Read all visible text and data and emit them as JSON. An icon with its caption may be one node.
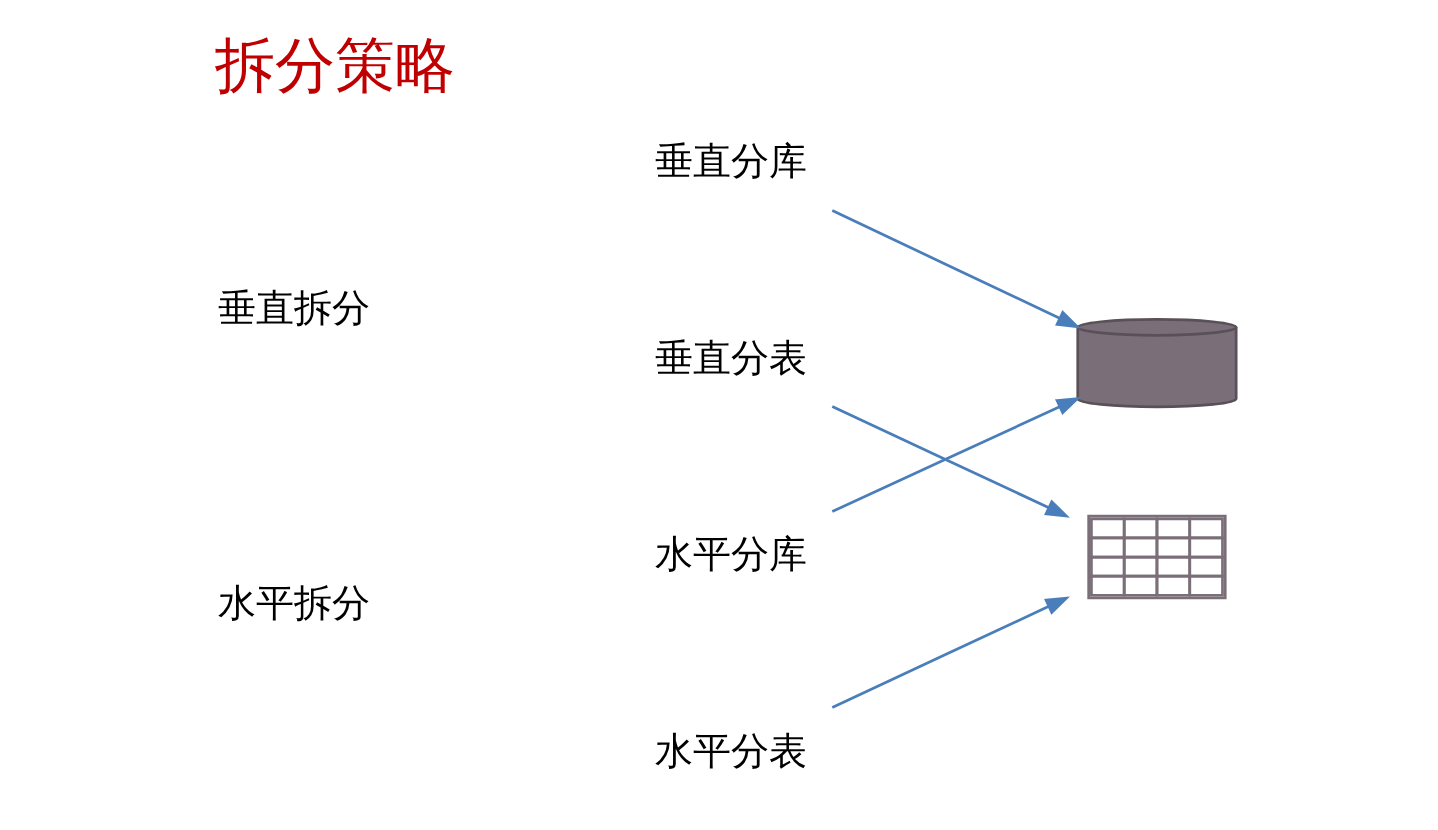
{
  "diagram": {
    "title": "拆分策略",
    "nodes": [
      {
        "text": [
          "垂直拆分"
        ]
      },
      {
        "text": [
          "垂直分库"
        ]
      },
      {
        "text": [
          "垂直分表"
        ]
      },
      {
        "text": [
          "水平拆分"
        ]
      },
      {
        "text": [
          "水平分库"
        ]
      },
      {
        "text": [
          "水平分表"
        ]
      },
      {
        "text": [],
        "shape": "cylinder"
      },
      {
        "text": [],
        "shape": "table"
      }
    ],
    "edges": [
      {
        "from": 1,
        "to": 6,
        "arrow": "to"
      },
      {
        "from": 2,
        "to": 7,
        "arrow": "to"
      },
      {
        "from": 4,
        "to": 6,
        "arrow": "to"
      },
      {
        "from": 5,
        "to": 7,
        "arrow": "to"
      }
    ]
  }
}
